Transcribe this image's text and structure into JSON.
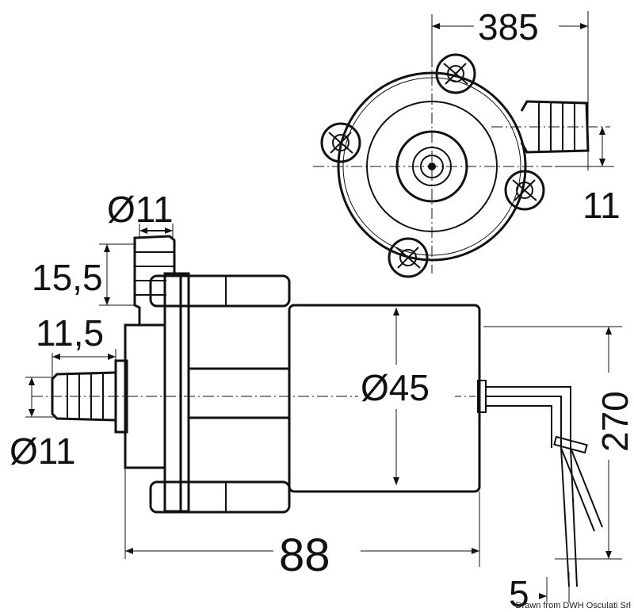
{
  "dimensions": {
    "top_width": "385",
    "outlet_offset": "11",
    "hose_diameter_top": "Ø11",
    "hose_length_top": "15,5",
    "hose_length_side": "11,5",
    "hose_diameter_side": "Ø11",
    "motor_diameter": "Ø45",
    "wire_length": "270",
    "total_length": "88",
    "wire_offset": "5"
  },
  "credit": "Drawn from DWH Osculati Srl",
  "colors": {
    "line": "#111111",
    "background": "#ffffff"
  }
}
